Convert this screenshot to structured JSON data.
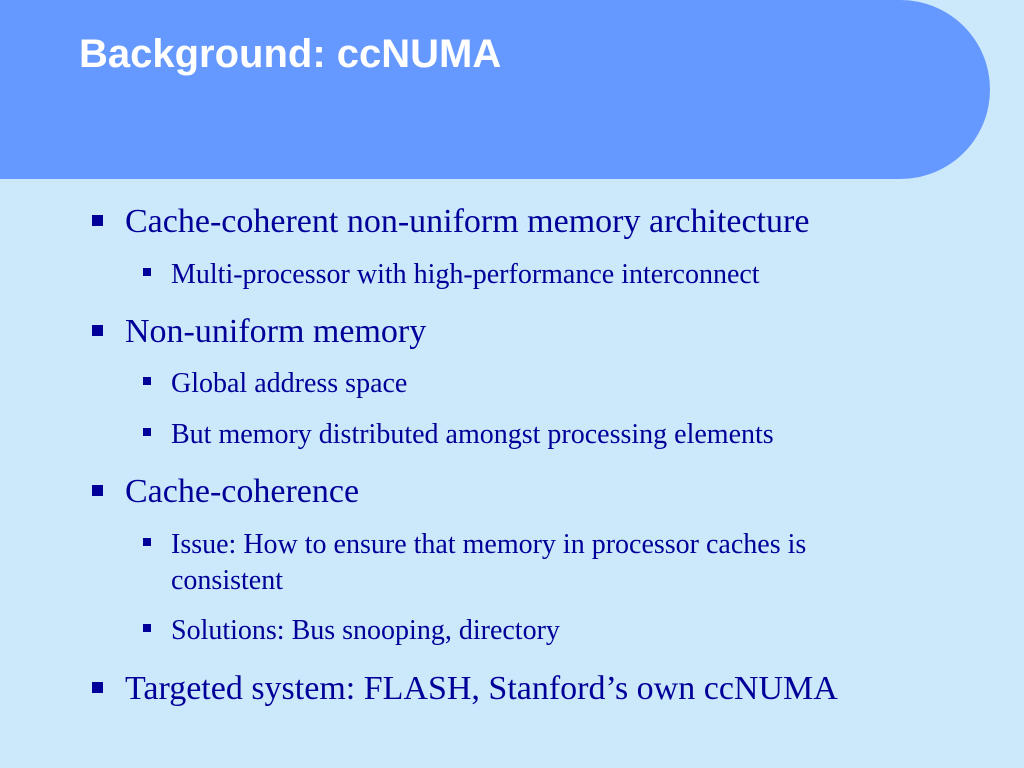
{
  "slide": {
    "title": "Background: ccNUMA",
    "bullets": [
      {
        "text": "Cache-coherent non-uniform memory architecture",
        "subs": [
          "Multi-processor with high-performance interconnect"
        ]
      },
      {
        "text": "Non-uniform memory",
        "subs": [
          "Global address space",
          "But memory distributed amongst processing elements"
        ]
      },
      {
        "text": "Cache-coherence",
        "subs": [
          {
            "line1": "Issue: How to ensure that memory in processor caches is",
            "line2": "consistent"
          },
          "Solutions: Bus snooping, directory"
        ]
      },
      {
        "text": "Targeted system: FLASH, Stanford’s own ccNUMA",
        "subs": []
      }
    ]
  },
  "colors": {
    "background": "#cce8fb",
    "header": "#6699ff",
    "title_text": "#ffffff",
    "body_text": "#000099"
  }
}
